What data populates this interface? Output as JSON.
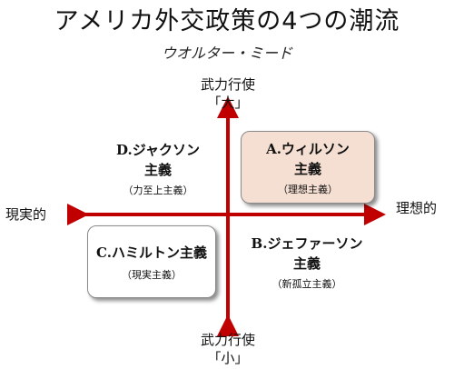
{
  "title": "アメリカ外交政策の4つの潮流",
  "subtitle": "ウオルター・ミード",
  "axes": {
    "top_line1": "武力行使",
    "top_line2": "「大」",
    "bottom_line1": "武力行使",
    "bottom_line2": "「小」",
    "left": "現実的",
    "right": "理想的",
    "color": "#c00000"
  },
  "quadrants": {
    "a": {
      "line1": "A.ウィルソン",
      "line2": "主義",
      "sub": "（理想主義）"
    },
    "b": {
      "line1": "B.ジェファーソン",
      "line2": "主義",
      "sub": "（新孤立主義）"
    },
    "c": {
      "line1": "C.ハミルトン主義",
      "sub": "（現実主義）"
    },
    "d": {
      "line1": "D.ジャクソン",
      "line2": "主義",
      "sub": "（力至上主義）"
    }
  },
  "colors": {
    "highlight_box": "#f5dfd2",
    "axis_arrows": "#c00000"
  }
}
